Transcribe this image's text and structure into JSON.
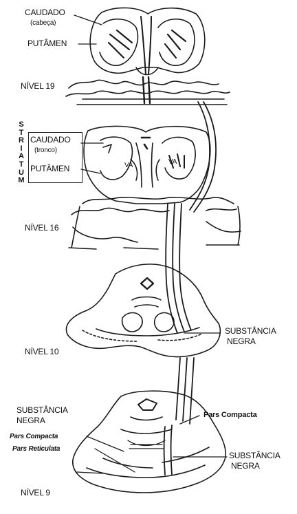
{
  "labels": {
    "caudado_cabeca_1": "CAUDADO",
    "caudado_cabeca_2": "(cabeça)",
    "putamen_top": "PUTÂMEN",
    "nivel_19": "NÍVEL 19",
    "striatum_letters": [
      "S",
      "T",
      "R",
      "I",
      "A",
      "T",
      "U",
      "M"
    ],
    "caudado_tronco_1": "CAUDADO",
    "caudado_tronco_2": "(tronco)",
    "putamen_mid": "PUTÂMEN",
    "va_left": "VA",
    "va_right": "VA",
    "nivel_16": "NÍVEL 16",
    "sn_right_mid_1": "SUBSTÂNCIA",
    "sn_right_mid_2": "NEGRA",
    "nivel_10": "NÍVEL 10",
    "sn_left_1": "SUBSTÂNCIA",
    "sn_left_2": "NEGRA",
    "pars_compacta_right": "Pars Compacta",
    "pars_compacta_left": "Pars Compacta",
    "pars_reticulata": "Pars Reticulata",
    "sn_right_bot_1": "SUBSTÂNCIA",
    "sn_right_bot_2": "NEGRA",
    "nivel_9": "NÍVEL 9"
  }
}
